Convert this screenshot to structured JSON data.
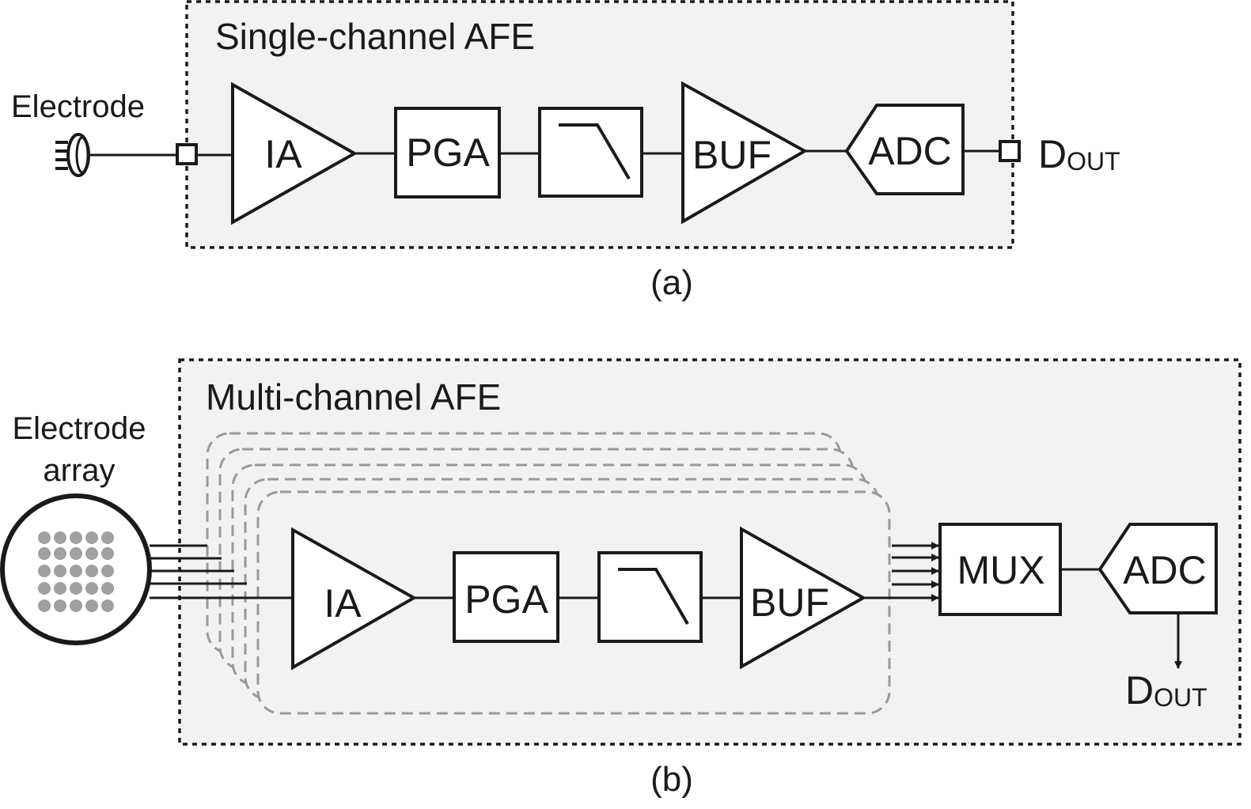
{
  "panel_a": {
    "title": "Single-channel AFE",
    "input_label": "Electrode",
    "blocks": {
      "ia": "IA",
      "pga": "PGA",
      "buf": "BUF",
      "adc": "ADC"
    },
    "output_main": "D",
    "output_sub": "OUT",
    "caption": "(a)"
  },
  "panel_b": {
    "title": "Multi-channel AFE",
    "input_label_line1": "Electrode",
    "input_label_line2": "array",
    "blocks": {
      "ia": "IA",
      "pga": "PGA",
      "buf": "BUF",
      "mux": "MUX",
      "adc": "ADC"
    },
    "output_main": "D",
    "output_sub": "OUT",
    "caption": "(b)"
  },
  "colors": {
    "line": "#1a1a1a",
    "afe_fill": "#f2f2f2",
    "channel_stack": "#9a9a9a",
    "electrode_dots": "#a0a0a0"
  }
}
